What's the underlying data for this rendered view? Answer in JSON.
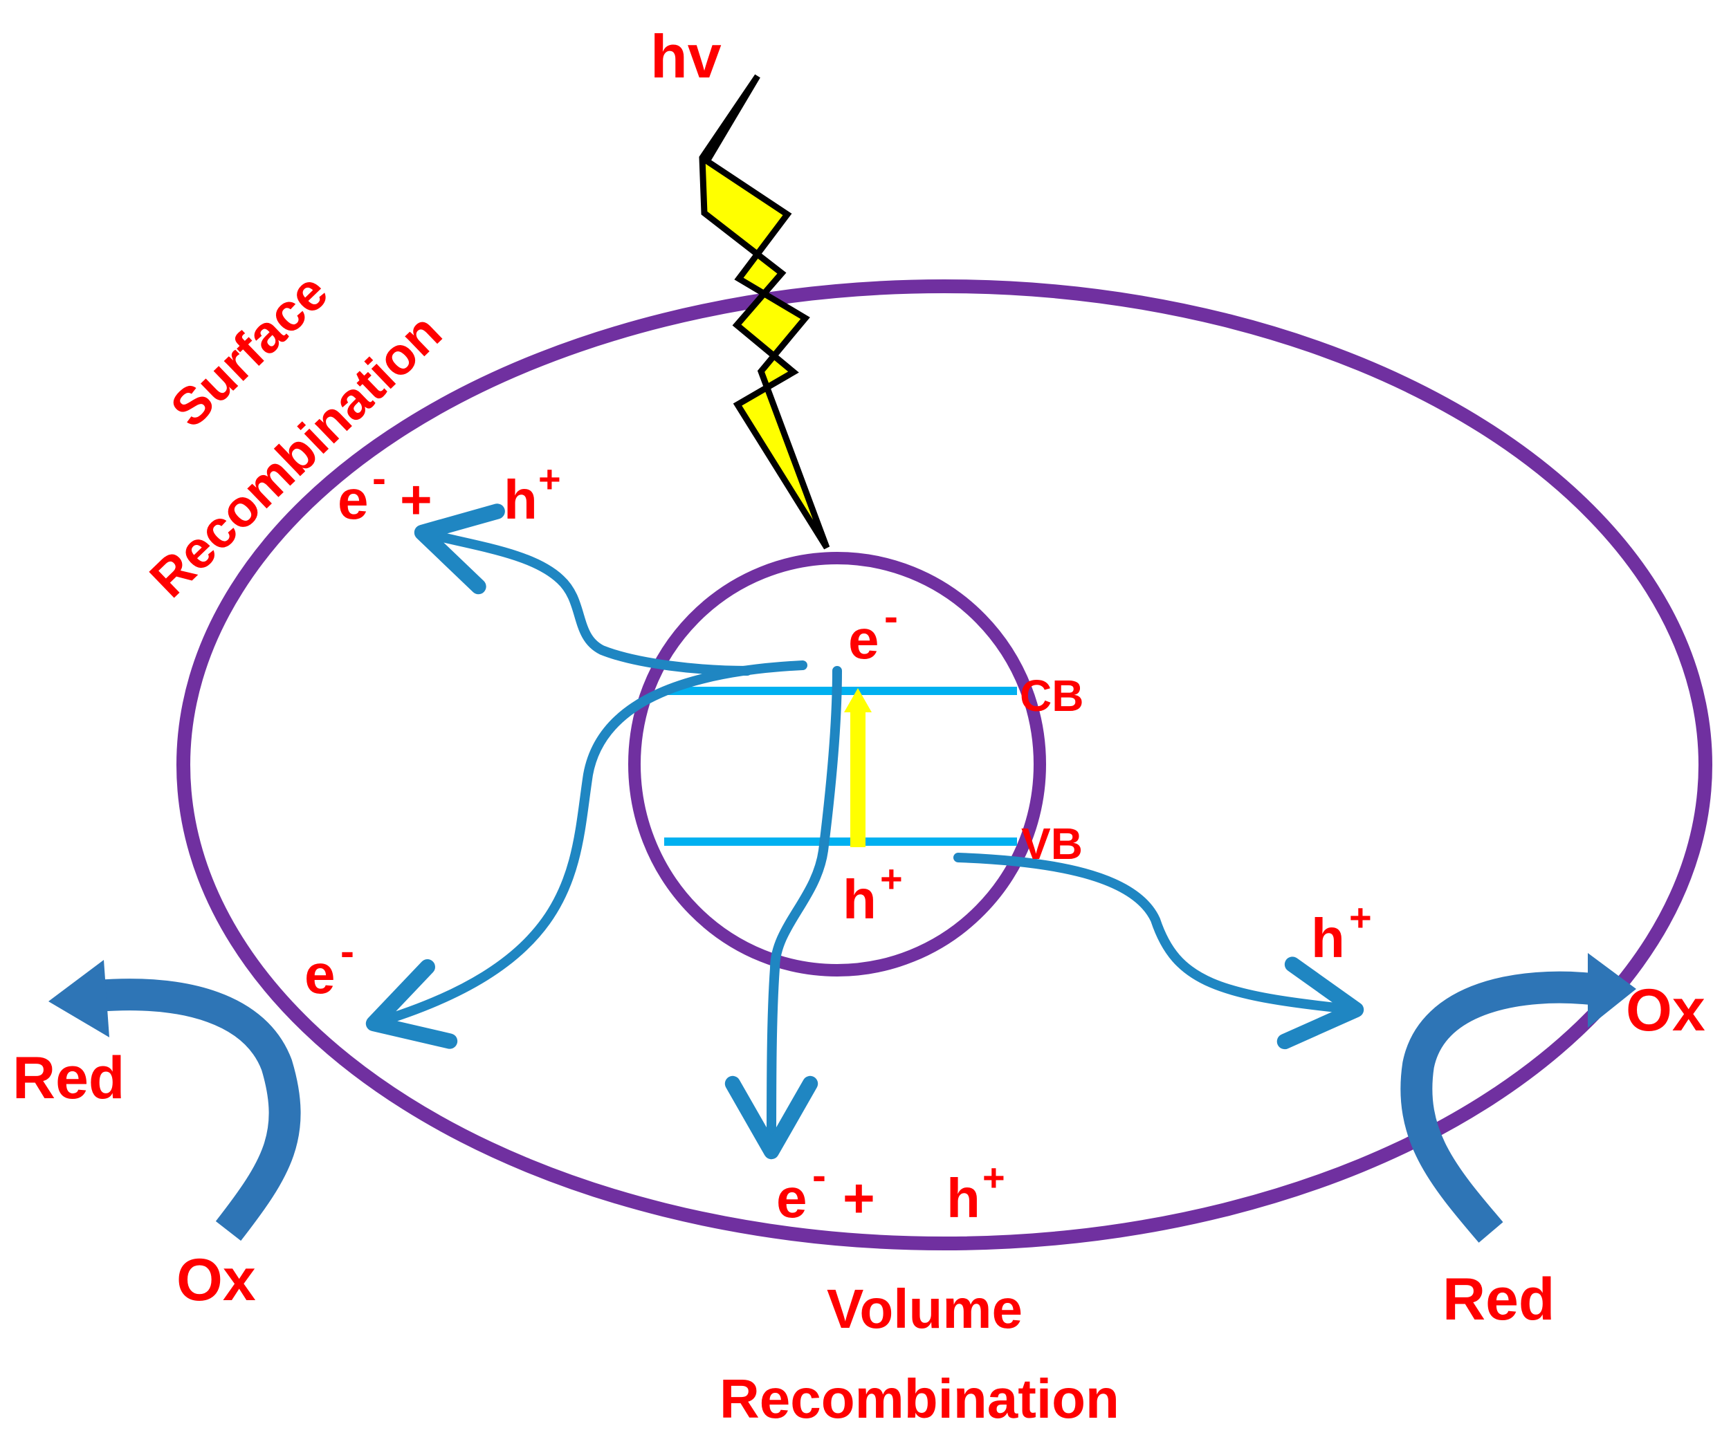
{
  "colors": {
    "label": "#ff0000",
    "ring": "#7030a0",
    "arrow": "#1f86c2",
    "curved_arrow": "#2e75b6",
    "band": "#00b0f0",
    "excitation": "#ffff00",
    "lightning": "#ffff00"
  },
  "labels": {
    "photon": "hv",
    "surface_recombination_line1": "Surface",
    "surface_recombination_line2": "Recombination",
    "surface_pair_e": "e",
    "surface_pair_e_sup": "-",
    "surface_pair_plus": "+",
    "surface_pair_h": "h",
    "surface_pair_h_sup": "+",
    "core_electron": "e",
    "core_electron_sup": "-",
    "cb": "CB",
    "vb": "VB",
    "core_hole": "h",
    "core_hole_sup": "+",
    "left_electron": "e",
    "left_electron_sup": "-",
    "right_hole": "h",
    "right_hole_sup": "+",
    "left_red": "Red",
    "left_ox": "Ox",
    "right_ox": "Ox",
    "right_red": "Red",
    "volume_pair_e": "e",
    "volume_pair_e_sup": "-",
    "volume_pair_plus": "+",
    "volume_pair_h": "h",
    "volume_pair_h_sup": "+",
    "volume_recombination_line1": "Volume",
    "volume_recombination_line2": "Recombination"
  }
}
